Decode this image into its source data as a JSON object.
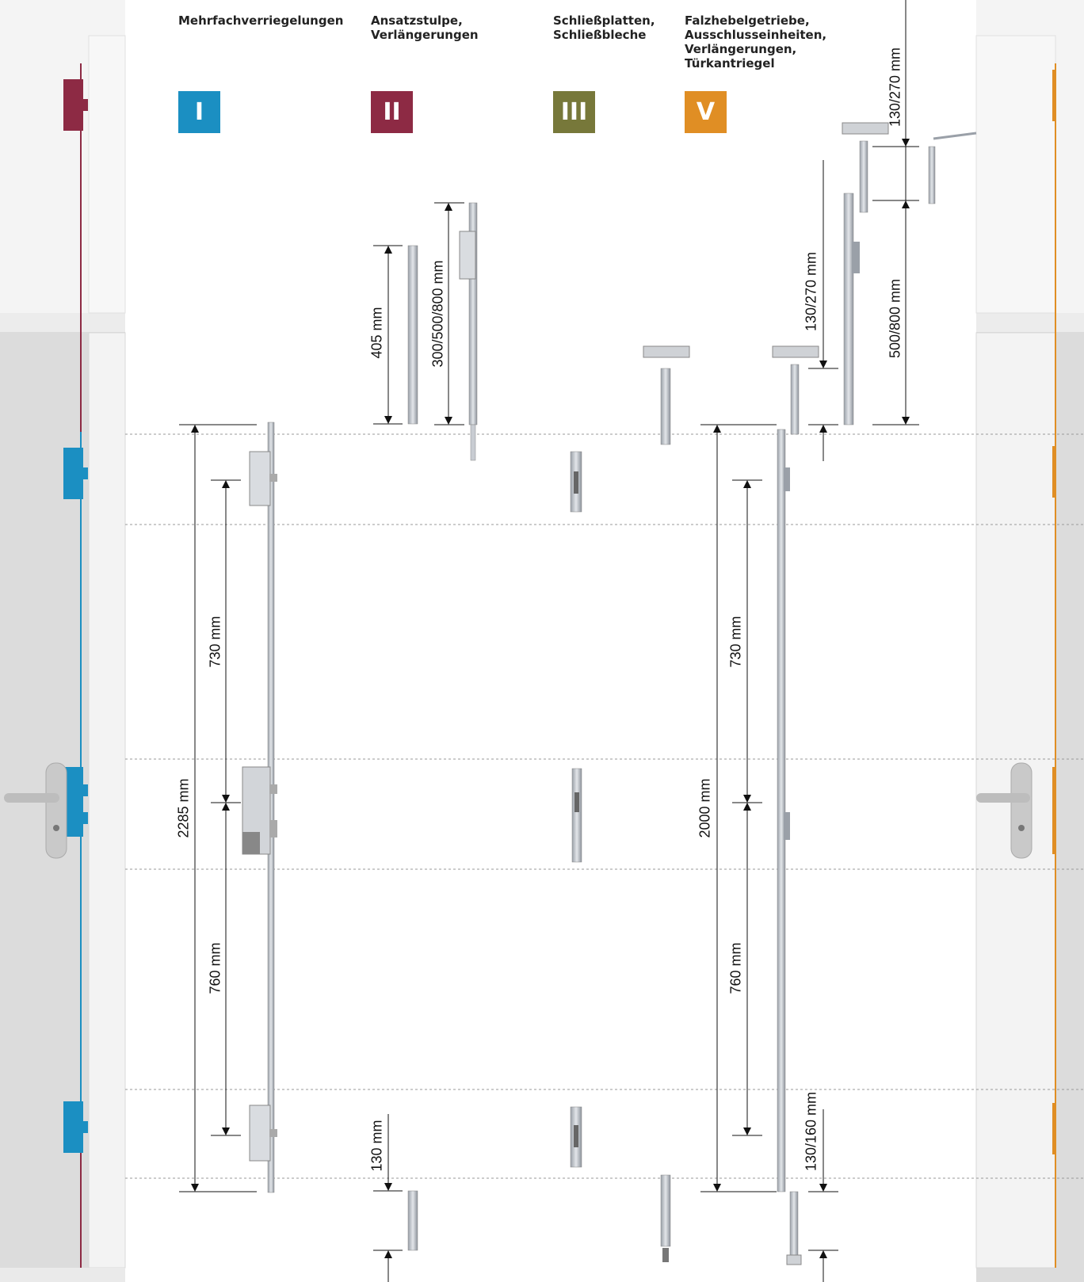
{
  "headers": {
    "col1": [
      "Mehrfachverriegelungen"
    ],
    "col2": [
      "Ansatzstulpe,",
      "Verlängerungen"
    ],
    "col3": [
      "Schließplatten,",
      "Schließbleche"
    ],
    "col4": [
      "Falzhebelgetriebe,",
      "Ausschlusseinheiten,",
      "Verlängerungen,",
      "Türkantriegel"
    ]
  },
  "badges": [
    {
      "label": "I",
      "color": "#1b8fc2"
    },
    {
      "label": "II",
      "color": "#8d2a44"
    },
    {
      "label": "III",
      "color": "#77783a"
    },
    {
      "label": "V",
      "color": "#e08e24"
    }
  ],
  "dimensions": {
    "total_left": "2285 mm",
    "upper_left": "730 mm",
    "lower_left": "760 mm",
    "ext_405": "405 mm",
    "ext_multi": "300/500/800 mm",
    "ext_130": "130 mm",
    "total_right": "2000 mm",
    "upper_right": "730 mm",
    "lower_right": "760 mm",
    "top_130_270_a": "130/270 mm",
    "top_130_270_b": "130/270 mm",
    "top_500_800": "500/800 mm",
    "bottom_130_160": "130/160 mm"
  },
  "colors": {
    "door_gray": "#dedede",
    "door_light": "#f1f1f1",
    "frame_red": "#8d2a44",
    "frame_blue": "#1b8fc2",
    "frame_orange": "#e08e24",
    "metal": "#c8ccd2"
  }
}
